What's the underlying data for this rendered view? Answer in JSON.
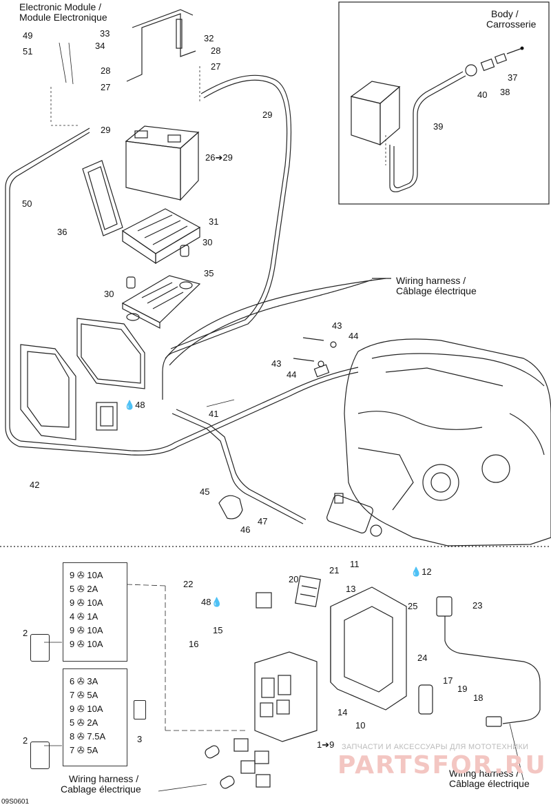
{
  "header": {
    "module_line1": "Electronic Module /",
    "module_line2": "Module Electronique"
  },
  "inset": {
    "body_line1": "Body /",
    "body_line2": "Carrosserie"
  },
  "harness": {
    "line1": "Wiring harness /",
    "line2": "Câblage électrique",
    "alt_line2": "Cablage électrique"
  },
  "callouts": {
    "c49": "49",
    "c51": "51",
    "c33": "33",
    "c34": "34",
    "c32": "32",
    "c28a": "28",
    "c27a": "27",
    "c28b": "28",
    "c27b": "27",
    "c29a": "29",
    "c29b": "29",
    "c26": "26➔29",
    "c50": "50",
    "c36": "36",
    "c31": "31",
    "c30a": "30",
    "c35": "35",
    "c30b": "30",
    "c37": "37",
    "c38": "38",
    "c40": "40",
    "c39": "39",
    "c43a": "43",
    "c44a": "44",
    "c43b": "43",
    "c44b": "44",
    "c48a": "48",
    "c41": "41",
    "c42": "42",
    "c45": "45",
    "c47": "47",
    "c46": "46",
    "c11": "11",
    "c12": "12",
    "c13": "13",
    "c20": "20",
    "c21": "21",
    "c22": "22",
    "c48b": "48",
    "c25": "25",
    "c23": "23",
    "c15": "15",
    "c16": "16",
    "c24": "24",
    "c17": "17",
    "c19": "19",
    "c18": "18",
    "c14": "14",
    "c10": "10",
    "c19to9": "1➔9",
    "c2a": "2",
    "c2b": "2",
    "c3": "3"
  },
  "fuses_top": [
    {
      "num": "9",
      "amp": "10A"
    },
    {
      "num": "5",
      "amp": "2A"
    },
    {
      "num": "9",
      "amp": "10A"
    },
    {
      "num": "4",
      "amp": "1A"
    },
    {
      "num": "9",
      "amp": "10A"
    },
    {
      "num": "9",
      "amp": "10A"
    }
  ],
  "fuses_bottom": [
    {
      "num": "6",
      "amp": "3A"
    },
    {
      "num": "7",
      "amp": "5A"
    },
    {
      "num": "9",
      "amp": "10A"
    },
    {
      "num": "5",
      "amp": "2A"
    },
    {
      "num": "8",
      "amp": "7.5A"
    },
    {
      "num": "7",
      "amp": "5A"
    }
  ],
  "watermark": {
    "line1": "ЗАПЧАСТИ И АКСЕССУАРЫ ДЛЯ МОТОТЕХНИКИ",
    "line2": "PARTSFOR.RU"
  },
  "figure_id": "09S0601"
}
